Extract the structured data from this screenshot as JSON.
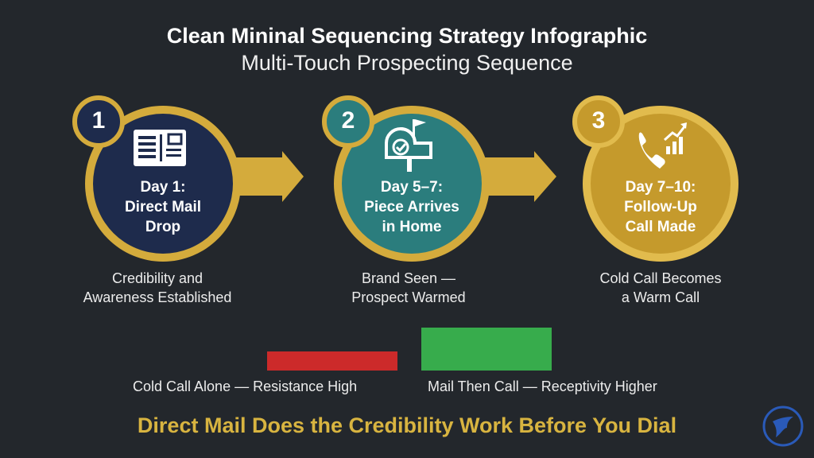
{
  "header": {
    "title": "Clean Mininal Sequencing Strategy Infographic",
    "subtitle": "Multi-Touch Prospecting Sequence"
  },
  "steps": [
    {
      "number": "1",
      "line1": "Day 1:",
      "line2": "Direct Mail",
      "line3": "Drop",
      "desc1": "Credibility and",
      "desc2": "Awareness Established",
      "icon": "postcard-icon",
      "color": "#1e2b4c"
    },
    {
      "number": "2",
      "line1": "Day 5–7:",
      "line2": "Piece Arrives",
      "line3": "in Home",
      "desc1": "Brand Seen —",
      "desc2": "Prospect Warmed",
      "icon": "mailbox-icon",
      "color": "#2b7d7d"
    },
    {
      "number": "3",
      "line1": "Day 7–10:",
      "line2": "Follow-Up",
      "line3": "Call Made",
      "desc1": "Cold Call Becomes",
      "desc2": "a Warm Call",
      "icon": "phone-growth-icon",
      "color": "#c59a2c"
    }
  ],
  "comparison": {
    "left_label": "Cold Call Alone — Resistance High",
    "right_label": "Mail Then Call — Receptivity Higher",
    "left_color": "#cc2a2a",
    "right_color": "#37ac4c"
  },
  "tagline": "Direct Mail Does the Credibility Work Before You Dial",
  "colors": {
    "background": "#23272c",
    "gold": "#d8b440",
    "accent": "#d8b440"
  },
  "logo": {
    "icon": "eagle-logo-icon"
  }
}
